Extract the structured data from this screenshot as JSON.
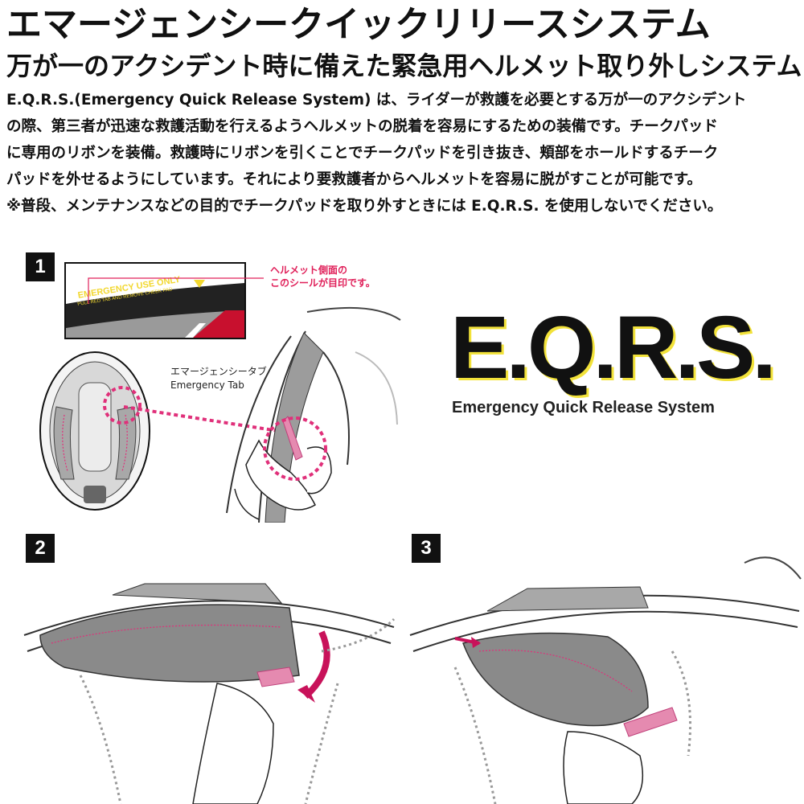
{
  "header": {
    "title": "エマージェンシークイックリリースシステム",
    "subtitle": "万が一のアクシデント時に備えた緊急用ヘルメット取り外しシステム"
  },
  "description": {
    "lines": [
      "E.Q.R.S.(Emergency Quick Release System) は、ライダーが救護を必要とする万が一のアクシデント",
      "の際、第三者が迅速な救護活動を行えるようヘルメットの脱着を容易にするための装備です。チークパッド",
      "に専用のリボンを装備。救護時にリボンを引くことでチークパッドを引き抜き、頬部をホールドするチーク",
      "パッドを外せるようにしています。それにより要救護者からヘルメットを容易に脱がすことが可能です。",
      "※普段、メンテナンスなどの目的でチークパッドを取り外すときには E.Q.R.S. を使用しないでください。"
    ]
  },
  "steps": [
    {
      "number": "1"
    },
    {
      "number": "2"
    },
    {
      "number": "3"
    }
  ],
  "step1": {
    "sticker_title": "EMERGENCY USE ONLY",
    "sticker_subtitle": "PULL RED TAB AND REMOVE CHEEK PAD",
    "callout_line1": "ヘルメット側面の",
    "callout_line2": "このシールが目印です。",
    "tab_label_jp": "エマージェンシータブ",
    "tab_label_en": "Emergency Tab"
  },
  "logo": {
    "mark": "E.Q.R.S.",
    "full_name": "Emergency Quick Release System"
  },
  "colors": {
    "accent_pink": "#e0307a",
    "logo_shadow": "#f2e23a",
    "callout": "#e0205a"
  }
}
